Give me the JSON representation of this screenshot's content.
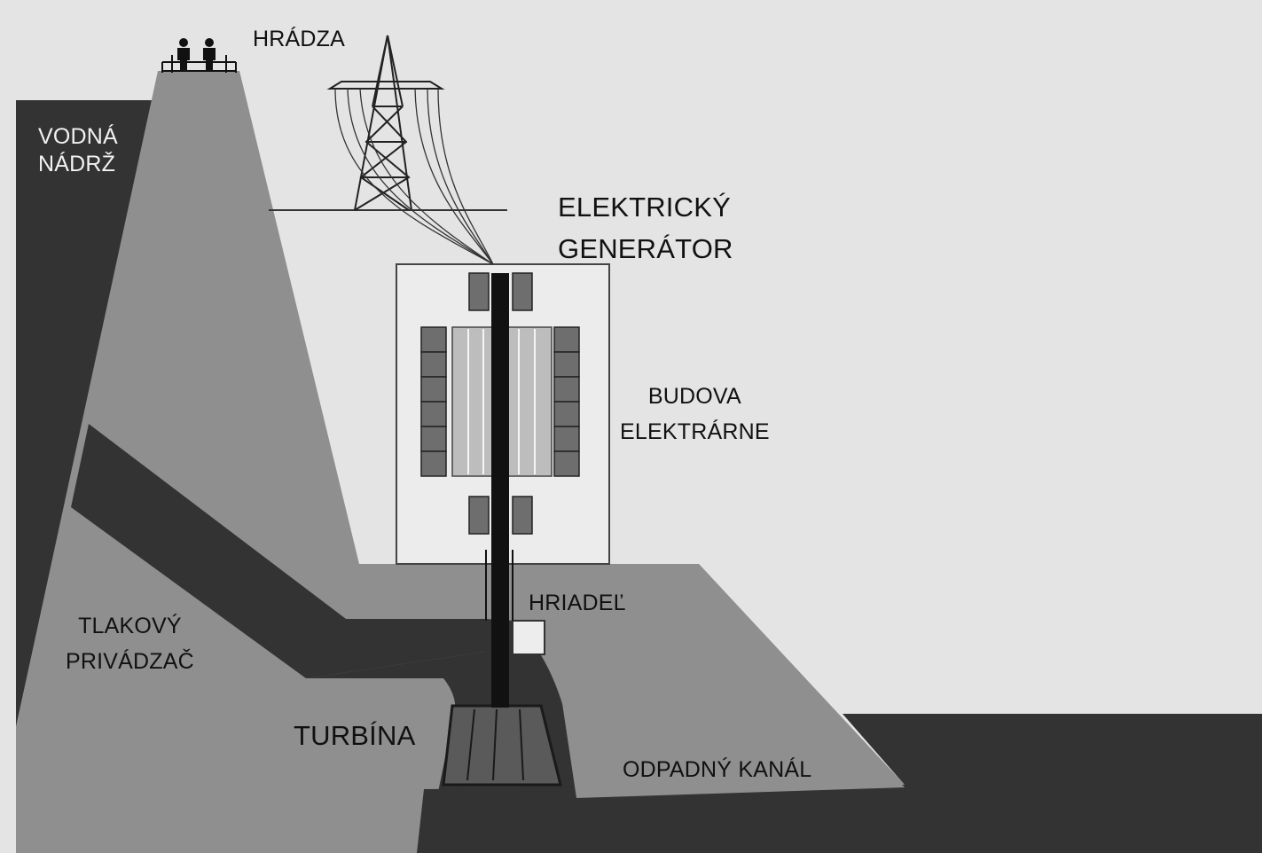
{
  "colors": {
    "background": "#e4e4e4",
    "dark_water": "#333333",
    "concrete": "#8f8f8f",
    "building": "#ececec",
    "generator_stator": "#6e6e6e",
    "generator_rotor": "#bdbdbd",
    "shaft": "#111111",
    "text": "#111111"
  },
  "icons": [
    "person-icon",
    "transmission-tower-icon"
  ],
  "labels": {
    "dam": "HRÁDZA",
    "reservoir": [
      "VODNÁ",
      "NÁDRŽ"
    ],
    "generator": [
      "ELEKTRICKÝ",
      "GENERÁTOR"
    ],
    "powerhouse": [
      "BUDOVA",
      "ELEKTRÁRNE"
    ],
    "shaft": "HRIADEĽ",
    "penstock": [
      "TLAKOVÝ",
      "PRIVÁDZAČ"
    ],
    "turbine": "TURBÍNA",
    "tailrace": "ODPADNÝ KANÁL"
  }
}
